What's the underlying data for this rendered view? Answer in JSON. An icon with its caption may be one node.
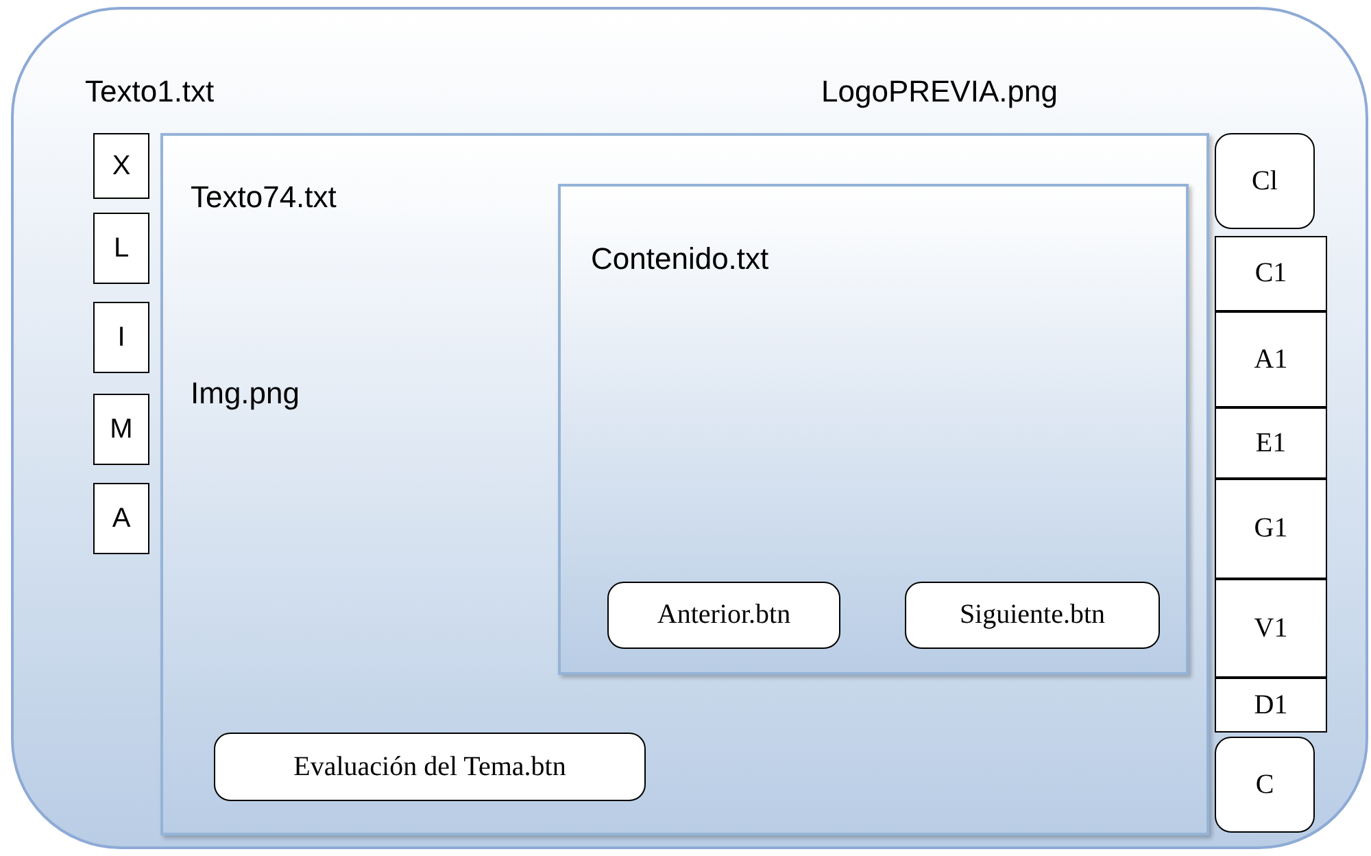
{
  "diagram": {
    "nodes": [
      {
        "text": [
          "Texto1.txt",
          "LogoPREVIA.png"
        ]
      },
      {
        "text": [
          "X"
        ],
        "in": 0
      },
      {
        "text": [
          "L"
        ],
        "in": 0
      },
      {
        "text": [
          "I"
        ],
        "in": 0
      },
      {
        "text": [
          "M"
        ],
        "in": 0
      },
      {
        "text": [
          "A"
        ],
        "in": 0
      },
      {
        "text": [
          "Texto74.txt",
          "Img.png"
        ],
        "in": 0
      },
      {
        "text": [
          "Contenido.txt"
        ],
        "in": 6
      },
      {
        "text": [
          "Anterior.btn"
        ],
        "in": 7
      },
      {
        "text": [
          "Siguiente.btn"
        ],
        "in": 7
      },
      {
        "text": [
          "Evaluación del Tema.btn"
        ],
        "in": 6
      },
      {
        "text": [
          "Cl"
        ],
        "in": 0
      },
      {
        "text": [
          "C1"
        ],
        "in": 0
      },
      {
        "text": [
          "A1"
        ],
        "in": 0
      },
      {
        "text": [
          "E1"
        ],
        "in": 0
      },
      {
        "text": [
          "G1"
        ],
        "in": 0
      },
      {
        "text": [
          "V1"
        ],
        "in": 0
      },
      {
        "text": [
          "D1"
        ],
        "in": 0
      },
      {
        "text": [
          "C"
        ],
        "in": 0
      }
    ]
  }
}
